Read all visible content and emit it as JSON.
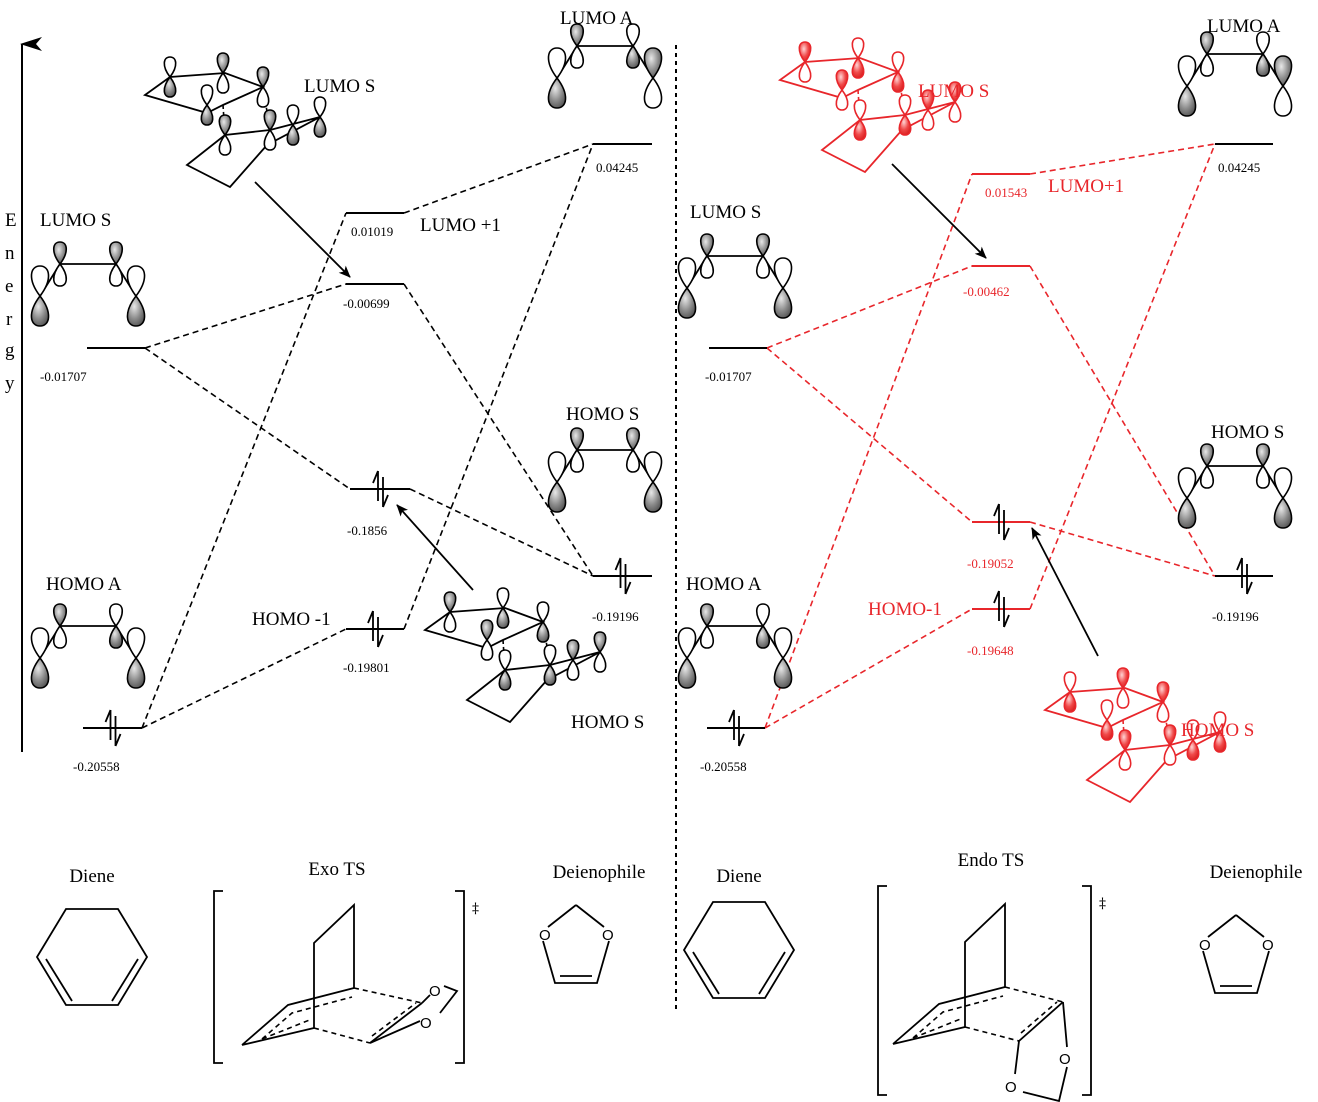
{
  "colors": {
    "exo": "#000000",
    "endo": "#e8262b",
    "fragment": "#000000",
    "lobe_fill_exo": "#7a7a7a",
    "lobe_fill_endo": "#e8262b",
    "divider": "#000000"
  },
  "axis": {
    "label": "Energy",
    "letters": [
      "E",
      "n",
      "e",
      "r",
      "g",
      "y"
    ]
  },
  "panels": [
    {
      "id": "exo",
      "ts_title": "Exo TS",
      "diene_title": "Diene",
      "dienophile_title": "Deienophile",
      "fragment_levels": {
        "diene_lumo": {
          "label": "LUMO S",
          "value": "-0.01707"
        },
        "diene_homo": {
          "label": "HOMO A",
          "value": "-0.20558"
        },
        "dienophile_lumo": {
          "label": "LUMO A",
          "value": "0.04245"
        },
        "dienophile_homo": {
          "label": "HOMO S",
          "value": "-0.19196"
        }
      },
      "ts_levels": {
        "lumo_plus_1": {
          "label": "LUMO +1",
          "value": "0.01019"
        },
        "lumo": {
          "label": "LUMO S",
          "value": "-0.00699"
        },
        "homo": {
          "label": "HOMO S",
          "value": "-0.1856"
        },
        "homo_minus_1": {
          "label": "HOMO -1",
          "value": "-0.19801"
        }
      }
    },
    {
      "id": "endo",
      "ts_title": "Endo TS",
      "diene_title": "Diene",
      "dienophile_title": "Deienophile",
      "fragment_levels": {
        "diene_lumo": {
          "label": "LUMO S",
          "value": "-0.01707"
        },
        "diene_homo": {
          "label": "HOMO A",
          "value": "-0.20558"
        },
        "dienophile_lumo": {
          "label": "LUMO A",
          "value": "0.04245"
        },
        "dienophile_homo": {
          "label": "HOMO S",
          "value": "-0.19196"
        }
      },
      "ts_levels": {
        "lumo_plus_1": {
          "label": "LUMO+1",
          "value": "0.01543"
        },
        "lumo": {
          "label": "LUMO S",
          "value": "-0.00462"
        },
        "homo": {
          "label": "HOMO S",
          "value": "-0.19052"
        },
        "homo_minus_1": {
          "label": "HOMO-1",
          "value": "-0.19648"
        }
      }
    }
  ],
  "ts_bracket_symbol": "‡",
  "atom_label": "O",
  "electron_pair": "↑↓"
}
